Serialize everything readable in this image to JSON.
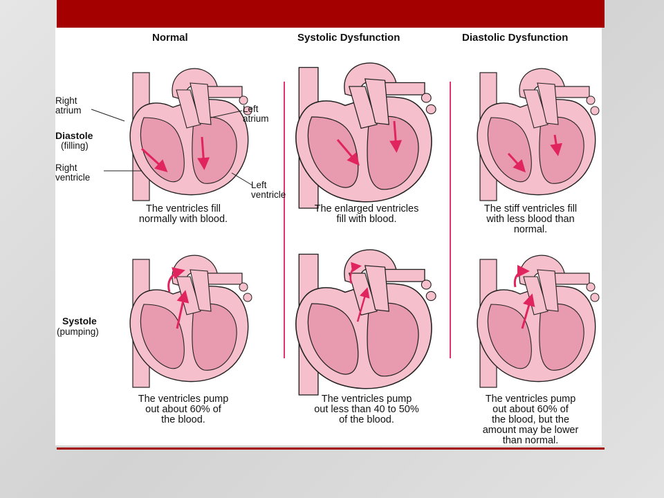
{
  "columns": {
    "normal": "Normal",
    "systolic": "Systolic Dysfunction",
    "diastolic": "Diastolic Dysfunction"
  },
  "labels": {
    "right_atrium": "Right\natrium",
    "left_atrium": "Left\natrium",
    "right_ventricle": "Right\nventricle",
    "left_ventricle": "Left\nventricle",
    "diastole": "Diastole",
    "diastole_sub": "(filling)",
    "systole": "Systole",
    "systole_sub": "(pumping)"
  },
  "captions": {
    "normal_diastole": "The ventricles fill\nnormally with blood.",
    "systolic_diastole": "The enlarged ventricles\nfill with blood.",
    "diastolic_diastole": "The stiff ventricles fill\nwith less blood than\nnormal.",
    "normal_systole": "The ventricles pump\nout about 60% of\nthe blood.",
    "systolic_systole": "The ventricles pump\nout less than 40 to 50%\nof the blood.",
    "diastolic_systole": "The ventricles pump\nout about 60% of\nthe blood, but the\namount may be lower\nthan normal."
  },
  "colors": {
    "accent_bar": "#a50000",
    "heart_outer": "#f6bfcc",
    "heart_inner": "#e89aaf",
    "arrow": "#e0245e"
  }
}
